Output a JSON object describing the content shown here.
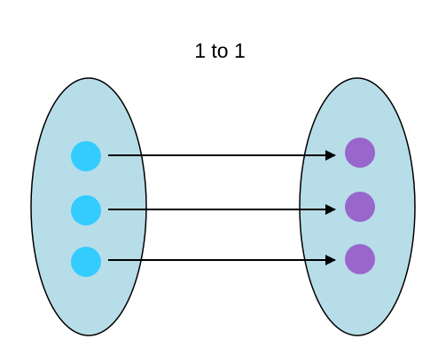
{
  "title": "1 to 1",
  "colors": {
    "set_fill": "#b7dde8",
    "set_stroke": "#000000",
    "domain_dot": "#33ccff",
    "codomain_dot": "#9966cc",
    "arrow": "#000000"
  },
  "mapping": [
    {
      "from": 1,
      "to": 1
    },
    {
      "from": 2,
      "to": 2
    },
    {
      "from": 3,
      "to": 3
    }
  ]
}
